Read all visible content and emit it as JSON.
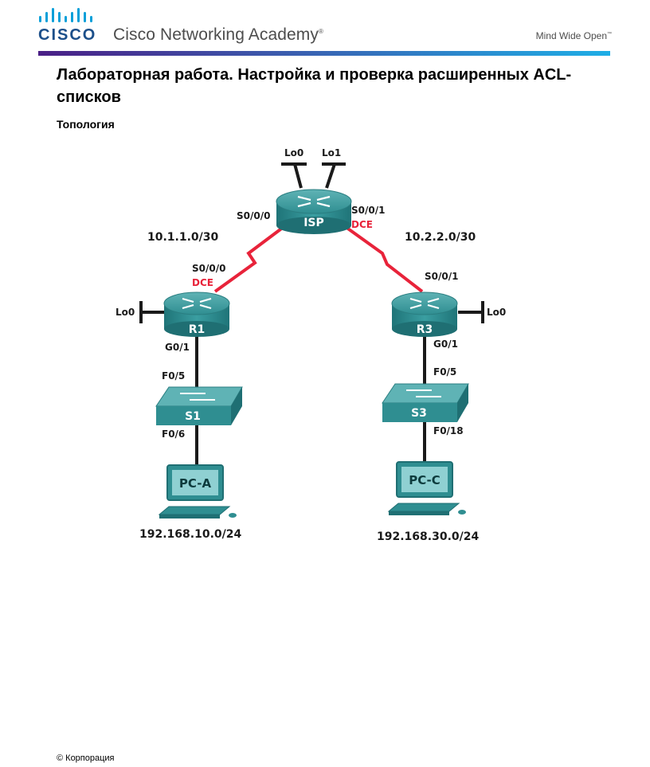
{
  "header": {
    "logo_text": "CISCO",
    "academy": "Cisco Networking Academy",
    "academy_mark": "®",
    "tagline": "Mind Wide Open",
    "tagline_mark": "™",
    "brand_colors": {
      "bar_start": "#4a1f86",
      "bar_end": "#1eaee6",
      "logo": "#049fd9"
    }
  },
  "document": {
    "title": "Лабораторная работа. Настройка и проверка расширенных ACL-списков",
    "section_heading": "Топология"
  },
  "topology": {
    "device_color": "#2e8c8f",
    "link_color": "#e8233a",
    "devices": {
      "isp": "ISP",
      "r1": "R1",
      "r3": "R3",
      "s1": "S1",
      "s3": "S3",
      "pca": "PC-A",
      "pcc": "PC-C"
    },
    "isp_loopbacks": [
      "Lo0",
      "Lo1"
    ],
    "isp_left_if": "S0/0/0",
    "isp_right_if": "S0/0/1",
    "isp_dce": "DCE",
    "net_left": "10.1.1.0/30",
    "net_right": "10.2.2.0/30",
    "r1_serial": "S0/0/0",
    "r1_dce": "DCE",
    "r1_loopback": "Lo0",
    "r1_g": "G0/1",
    "s1_up": "F0/5",
    "s1_down": "F0/6",
    "lan_left": "192.168.10.0/24",
    "r3_serial": "S0/0/1",
    "r3_loopback": "Lo0",
    "r3_g": "G0/1",
    "s3_up": "F0/5",
    "s3_down": "F0/18",
    "lan_right": "192.168.30.0/24"
  },
  "footer": {
    "copyright": "© Корпорация"
  }
}
